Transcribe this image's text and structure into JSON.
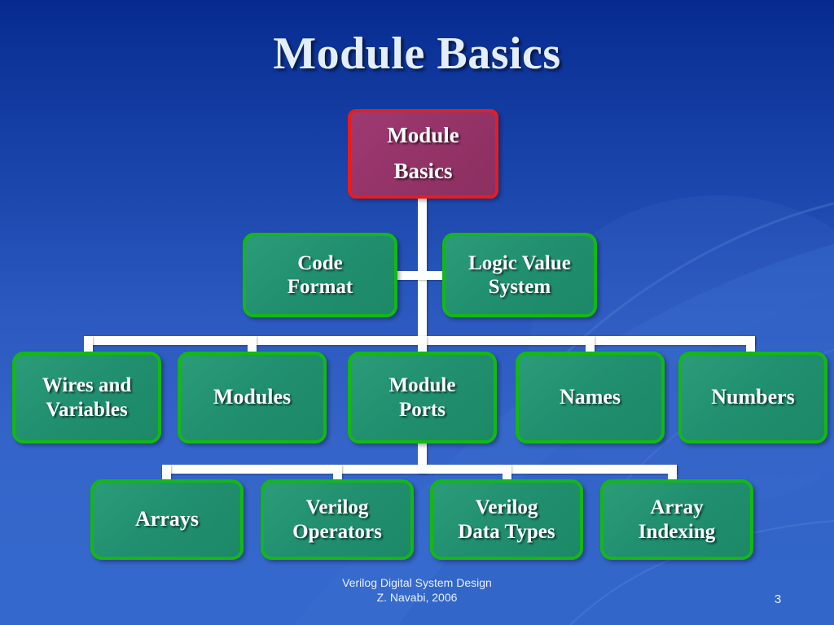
{
  "slide": {
    "title": "Module Basics",
    "page_number": "3",
    "footer_line1": "Verilog Digital System Design",
    "footer_line2": "Z. Navabi, 2006"
  },
  "colors": {
    "background_top": "#0c3398",
    "background_bottom": "#3568cc",
    "root_fill": "#953468",
    "root_border": "#e81c1c",
    "node_fill": "#219070",
    "node_border": "#14b814",
    "connector": "#ffffff",
    "title_text": "#e4eef8",
    "node_text": "#ffffff",
    "footer_text": "#e9f0fb"
  },
  "diagram": {
    "root": {
      "id": "module-basics",
      "lines": [
        "Module",
        "Basics"
      ]
    },
    "level2": [
      {
        "id": "code-format",
        "lines": [
          "Code",
          "Format"
        ]
      },
      {
        "id": "logic-value-system",
        "lines": [
          "Logic Value",
          "System"
        ]
      }
    ],
    "level3": [
      {
        "id": "wires-and-variables",
        "lines": [
          "Wires and",
          "Variables"
        ]
      },
      {
        "id": "modules",
        "lines": [
          "Modules"
        ]
      },
      {
        "id": "module-ports",
        "lines": [
          "Module",
          "Ports"
        ]
      },
      {
        "id": "names",
        "lines": [
          "Names"
        ]
      },
      {
        "id": "numbers",
        "lines": [
          "Numbers"
        ]
      }
    ],
    "level4": [
      {
        "id": "arrays",
        "lines": [
          "Arrays"
        ]
      },
      {
        "id": "verilog-operators",
        "lines": [
          "Verilog",
          "Operators"
        ]
      },
      {
        "id": "verilog-data-types",
        "lines": [
          "Verilog",
          "Data Types"
        ]
      },
      {
        "id": "array-indexing",
        "lines": [
          "Array",
          "Indexing"
        ]
      }
    ]
  }
}
